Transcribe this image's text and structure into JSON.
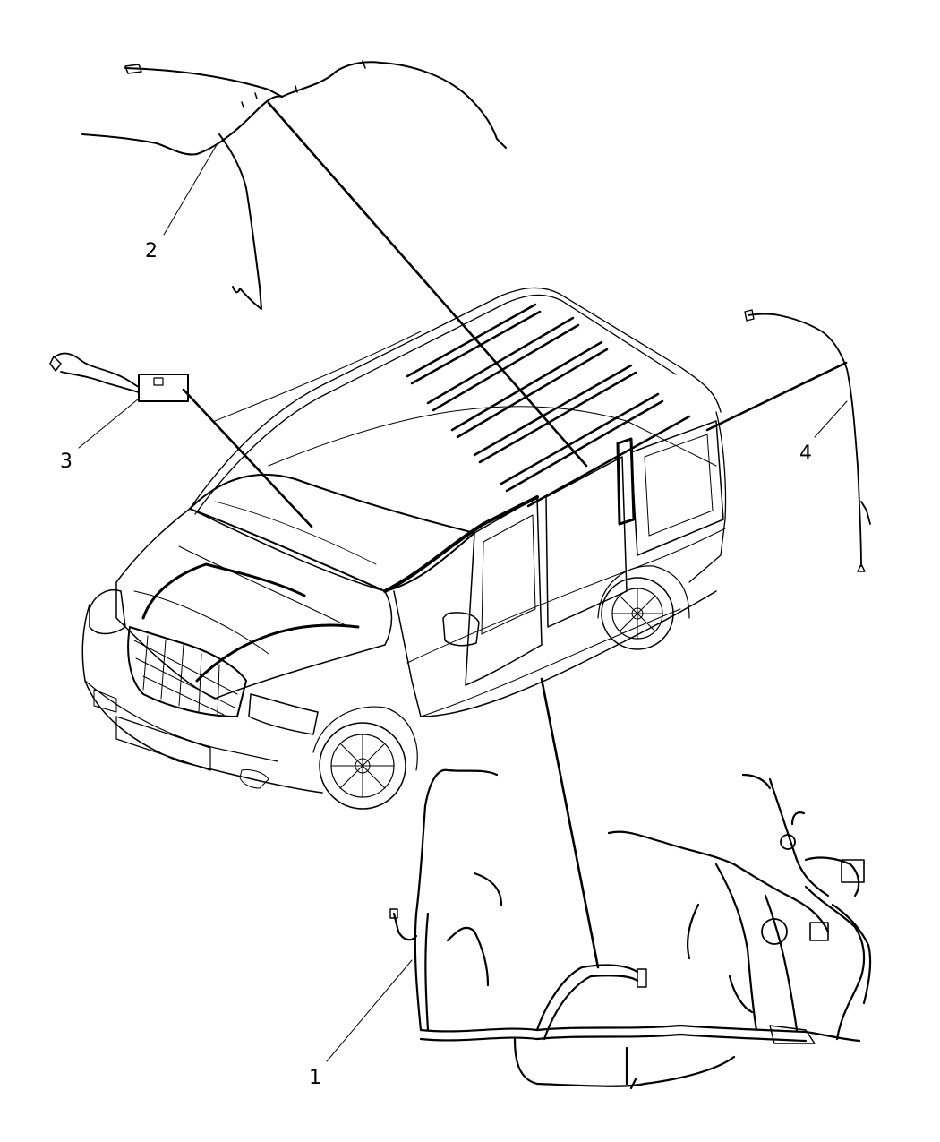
{
  "callouts": [
    {
      "id": "1",
      "label": "1"
    },
    {
      "id": "2",
      "label": "2"
    },
    {
      "id": "3",
      "label": "3"
    },
    {
      "id": "4",
      "label": "4"
    }
  ],
  "icons": {
    "vehicle": "minivan-outline-icon",
    "harness_1": "instrument-panel-wiring-harness-icon",
    "harness_2": "body-wiring-harness-icon",
    "harness_3": "jumper-wiring-module-icon",
    "harness_4": "liftgate-wiring-harness-icon"
  },
  "colors": {
    "line": "#000000",
    "background": "#ffffff"
  }
}
